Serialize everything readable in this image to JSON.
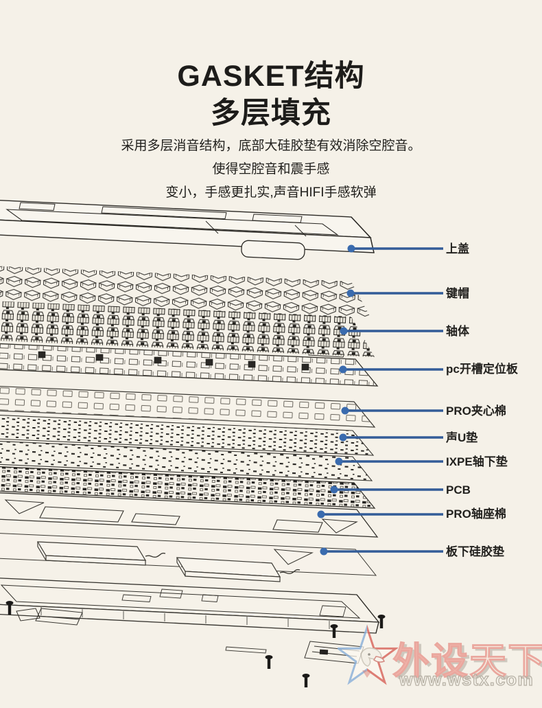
{
  "page": {
    "background": "#f5f1e8"
  },
  "header": {
    "title_line1": "GASKET结构",
    "title_line2": "多层填充",
    "desc_line1": "采用多层消音结构，底部大硅胶垫有效消除空腔音。",
    "desc_line2": "使得空腔音和震手感",
    "desc_line3": "变小，手感更扎实,声音HIFI手感软弹"
  },
  "diagram": {
    "leader_line_color": "#335c98",
    "leader_dot_color": "#3a6bae",
    "parts": [
      {
        "label": "上盖"
      },
      {
        "label": "键帽"
      },
      {
        "label": "轴体"
      },
      {
        "label": "pc开槽定位板"
      },
      {
        "label": "PRO夹心棉"
      },
      {
        "label": "声U垫"
      },
      {
        "label": "IXPE轴下垫"
      },
      {
        "label": "PCB"
      },
      {
        "label": "PRO轴座棉"
      },
      {
        "label": "板下硅胶垫"
      }
    ]
  },
  "watermark": {
    "brand_part1": "外设",
    "brand_part2": "天下",
    "url": "www.wstx.com",
    "brand_color": "#efa59c",
    "star_icon": "star-eagle-logo"
  }
}
